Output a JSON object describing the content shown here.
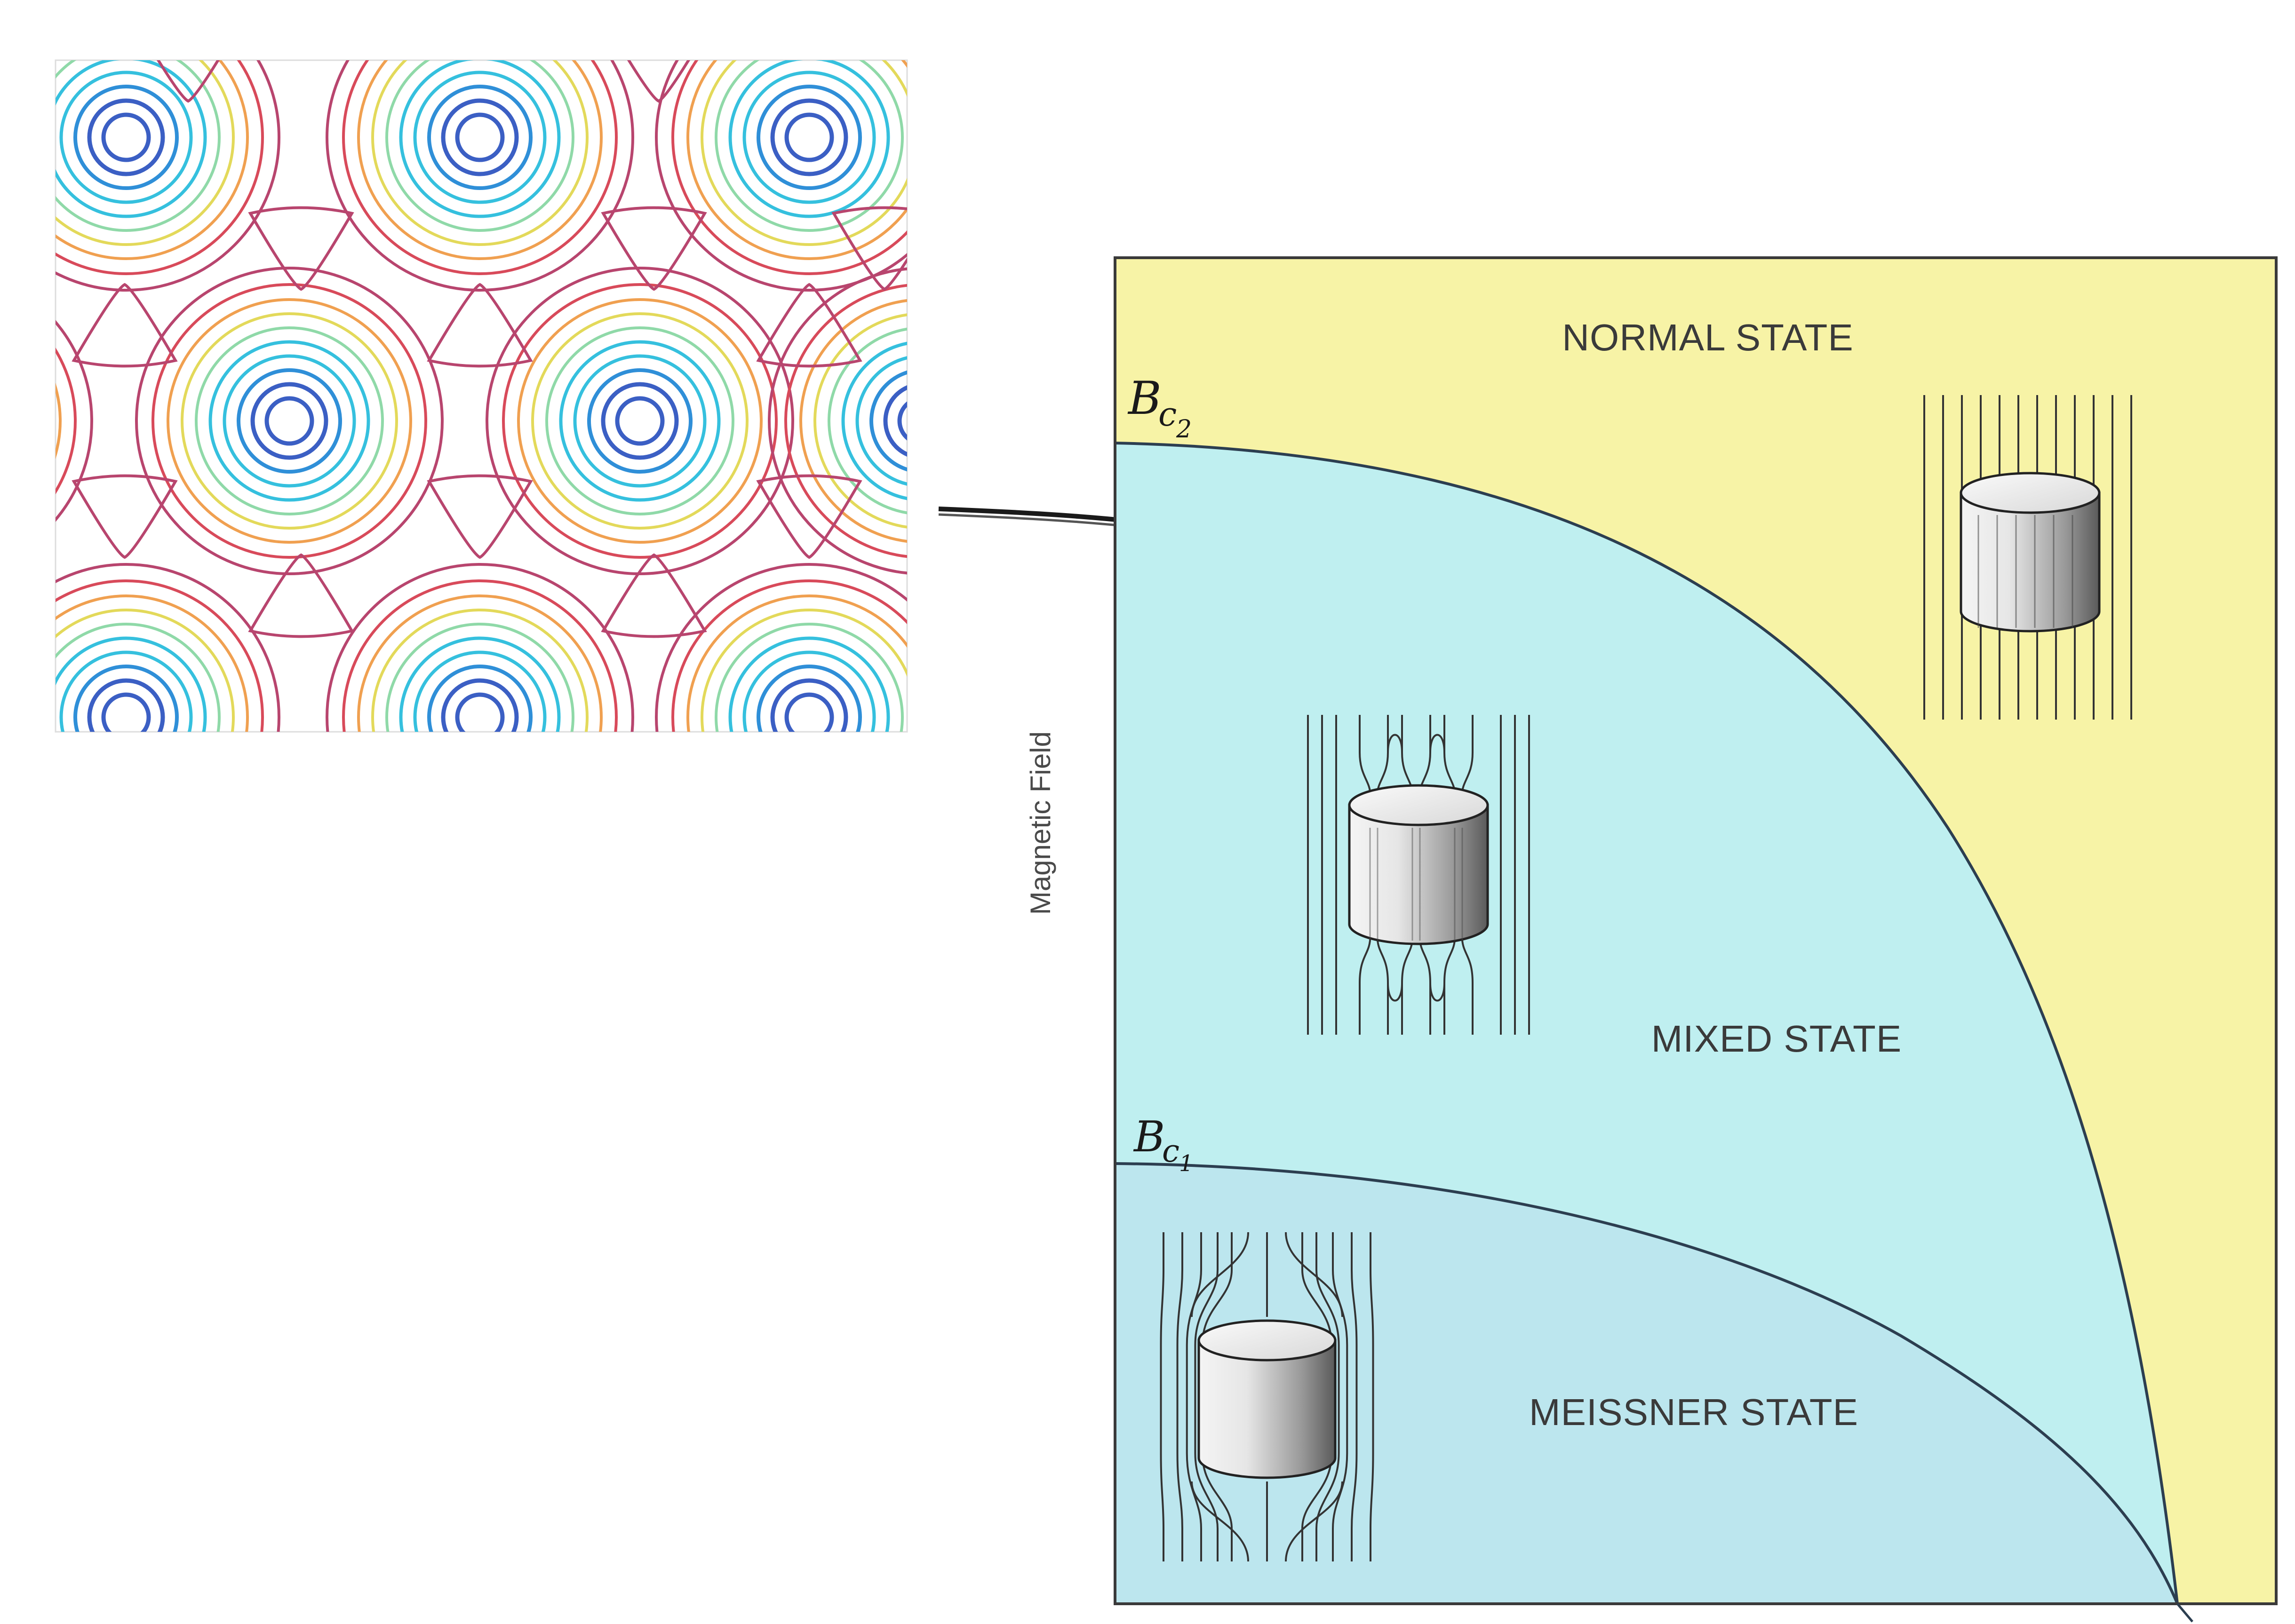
{
  "diagram": {
    "regions": {
      "normal": "NORMAL STATE",
      "mixed": "MIXED STATE",
      "meissner": "MEISSNER STATE"
    },
    "y_axis_label": "Magnetic Field",
    "critical_fields": {
      "upper": {
        "symbol": "B",
        "subscript": "c",
        "index": "2"
      },
      "lower": {
        "symbol": "B",
        "subscript": "c",
        "index": "1"
      }
    },
    "colors": {
      "normal_fill": "#f7f3a6",
      "superconducting_fill": "#bfeff0",
      "meissner_fill": "#bce6ee",
      "boundary": "#2c3e50",
      "contour_palette": [
        "#3b5fc4",
        "#2f8fd8",
        "#35c0de",
        "#8fd9a8",
        "#e3d95a",
        "#f0a050",
        "#d84a5a",
        "#b8456e"
      ]
    },
    "icons": [
      "vortex-lattice-contour-plot",
      "cylinder-sample-icon",
      "field-line-icon",
      "pointer-arrow-icon"
    ]
  }
}
